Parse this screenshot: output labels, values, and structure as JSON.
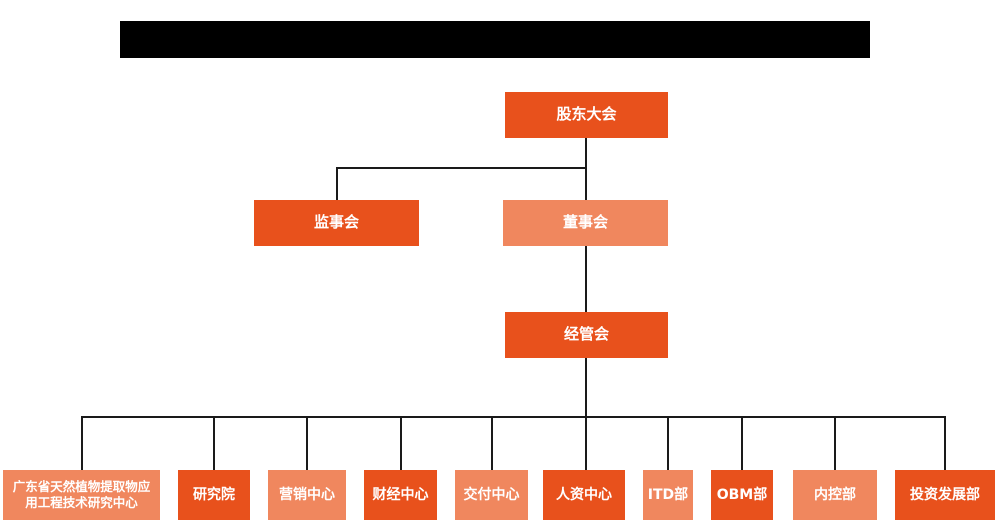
{
  "colors": {
    "primary": "#E8511C",
    "secondary": "#F0875E",
    "line": "#1a1a1a",
    "node_text": "#FFFFFF",
    "redaction_bar": "#000000"
  },
  "org_chart": {
    "root": {
      "label": "股东大会"
    },
    "supervisory_board": {
      "label": "监事会"
    },
    "board_of_directors": {
      "label": "董事会"
    },
    "management_committee": {
      "label": "经管会"
    },
    "departments": [
      {
        "label": "广东省天然植物提取物应用工程技术研究中心"
      },
      {
        "label": "研究院"
      },
      {
        "label": "营销中心"
      },
      {
        "label": "财经中心"
      },
      {
        "label": "交付中心"
      },
      {
        "label": "人资中心"
      },
      {
        "label": "ITD部"
      },
      {
        "label": "OBM部"
      },
      {
        "label": "内控部"
      },
      {
        "label": "投资发展部"
      }
    ]
  }
}
